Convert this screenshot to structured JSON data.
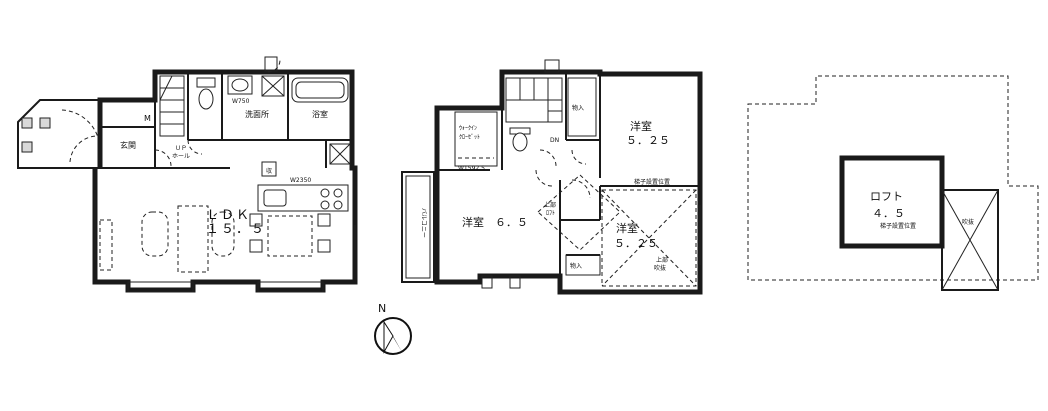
{
  "plan_1f": {
    "ldk": "ＬＤＫ",
    "ldk_size": "１５．５",
    "genkan": "玄関",
    "hall_a": "ＵＰ",
    "hall_b": "ホール",
    "m": "M",
    "senmenjo": "洗面所",
    "yokushitsu": "浴室",
    "w750": "W750",
    "w2350": "W2350",
    "shu": "収"
  },
  "plan_2f": {
    "yoshitsu_a": "洋室　６．５",
    "yoshitsu_b_name": "洋室",
    "yoshitsu_b_size": "５．２５",
    "yoshitsu_c_name": "洋室",
    "yoshitsu_c_size": "５．２５",
    "walkin_a": "ｳｫｰｸｲﾝ",
    "walkin_b": "ｸﾛｰｾﾞｯﾄ",
    "monoire_1": "物入",
    "monoire_2": "物入",
    "dn": "DN",
    "balcony": "バルコニー",
    "ue_fuki_a": "上部",
    "ue_fuki_b": "ﾛﾌﾄ",
    "ue_fuki_c": "上部",
    "ue_fuki_d": "吹抜",
    "hashigo_1": "梯子設置位置",
    "w1592": "W1592.5"
  },
  "plan_loft": {
    "loft_name": "ロフト",
    "loft_size": "４．５",
    "fukinuke": "吹抜",
    "hashigo": "梯子設置位置"
  },
  "compass": {
    "north": "N"
  }
}
